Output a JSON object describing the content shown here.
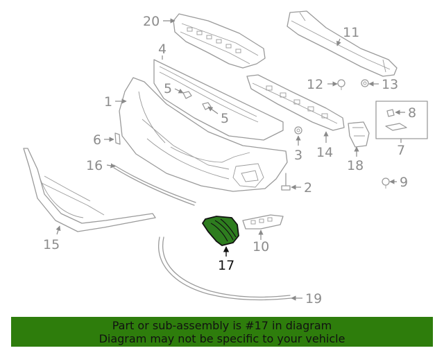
{
  "callouts": {
    "c1": "1",
    "c2": "2",
    "c3": "3",
    "c4": "4",
    "c5a": "5",
    "c5b": "5",
    "c6": "6",
    "c7": "7",
    "c8": "8",
    "c9": "9",
    "c10": "10",
    "c11": "11",
    "c12": "12",
    "c13": "13",
    "c14": "14",
    "c15": "15",
    "c16": "16",
    "c17": "17",
    "c18": "18",
    "c19": "19",
    "c20": "20"
  },
  "colors": {
    "highlight_part": "#2e7d1f",
    "banner_bg": "#2e7d0c",
    "callout_text": "#8c8c8c",
    "line_art": "#9a9a9a"
  },
  "banner": {
    "line1": "Part or sub-assembly is #17 in diagram",
    "line2": "Diagram may not be specific to your vehicle"
  }
}
